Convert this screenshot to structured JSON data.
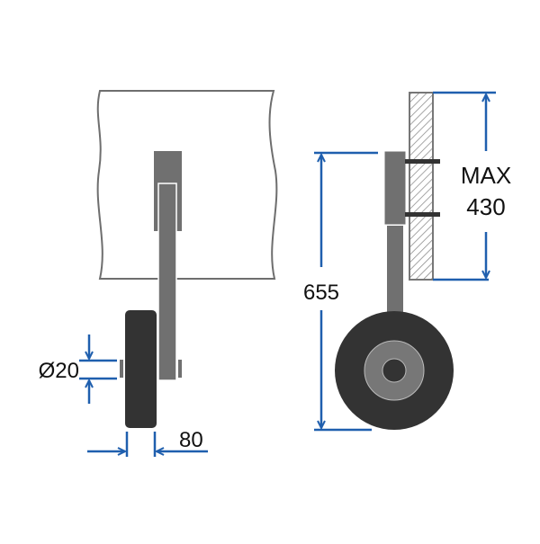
{
  "labels": {
    "axle_diameter": "Ø20",
    "wheel_width": "80",
    "total_height": "655",
    "clamp_max_line1": "MAX",
    "clamp_max_line2": "430"
  },
  "colors": {
    "dimension": "#1f5fae",
    "outline": "#6e6e6e",
    "metal": "#707070",
    "tire": "#333333",
    "hub": "#777777"
  }
}
